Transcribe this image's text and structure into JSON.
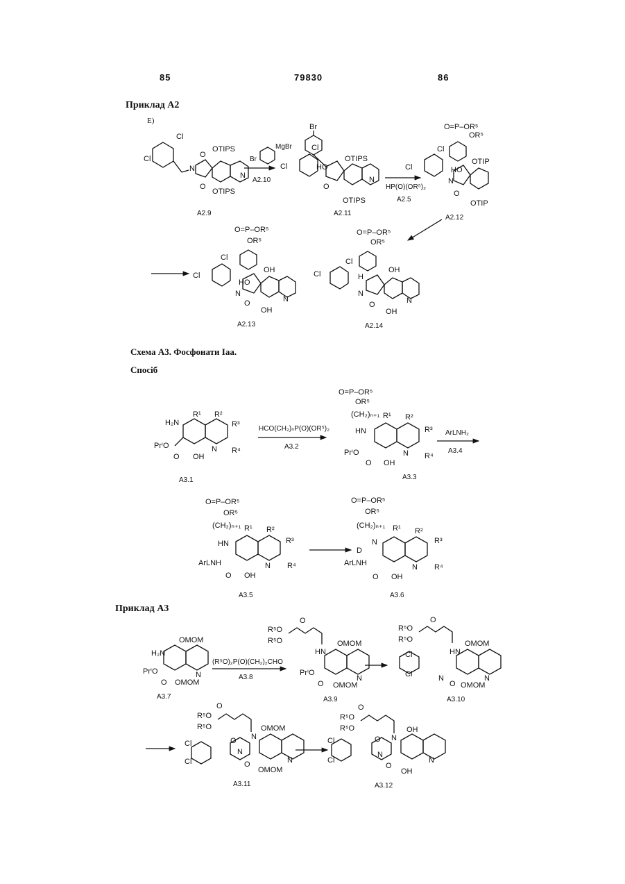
{
  "header": {
    "left_page": "85",
    "patent_number": "79830",
    "right_page": "86"
  },
  "sections": {
    "example_a2": "Приклад А2",
    "example_a2_step": "E)",
    "scheme_a3": "Схема А3. Фосфонати Іаа.",
    "method": "Спосіб",
    "example_a3": "Приклад А3"
  },
  "compounds": {
    "a2_9": "A2.9",
    "a2_11": "A2.11",
    "a2_12": "A2.12",
    "a2_13": "A2.13",
    "a2_14": "A2.14",
    "a3_1": "A3.1",
    "a3_3": "A3.3",
    "a3_5": "A3.5",
    "a3_6": "A3.6",
    "a3_7": "A3.7",
    "a3_9": "A3.9",
    "a3_10": "A3.10",
    "a3_11": "A3.11",
    "a3_12": "A3.12"
  },
  "reagents": {
    "grignard": "MgBr",
    "grignard_br": "Br",
    "step_a2_10": "A2.10",
    "phosphite": "HP(O)(OR⁵)₂",
    "step_a2_5": "A2.5",
    "aldehyde": "HCO(CH₂)ₙP(O)(OR⁵)₂",
    "step_a3_2": "A3.2",
    "amine": "ArLNH₂",
    "step_a3_4": "A3.4",
    "aldehyde_a3": "(R⁵O)₂P(O)(CH₂)₂CHO",
    "step_a3_8": "A3.8"
  },
  "atom_labels": {
    "otips": "OTIPS",
    "otip": "OTIP",
    "cl": "Cl",
    "br": "Br",
    "o": "O",
    "n": "N",
    "ho": "HO",
    "oh": "OH",
    "h": "H",
    "hn": "HN",
    "h2n": "H₂N",
    "d": "D",
    "pr_o": "PrⁱO",
    "arlnh": "ArLNH",
    "omom": "OMOM",
    "p_or5": "O=P–OR⁵",
    "or5": "OR⁵",
    "r5o": "R⁵O",
    "chain": "(CH₂)ₙ₊₁",
    "r1": "R¹",
    "r2": "R²",
    "r3": "R³",
    "r4": "R⁴"
  }
}
